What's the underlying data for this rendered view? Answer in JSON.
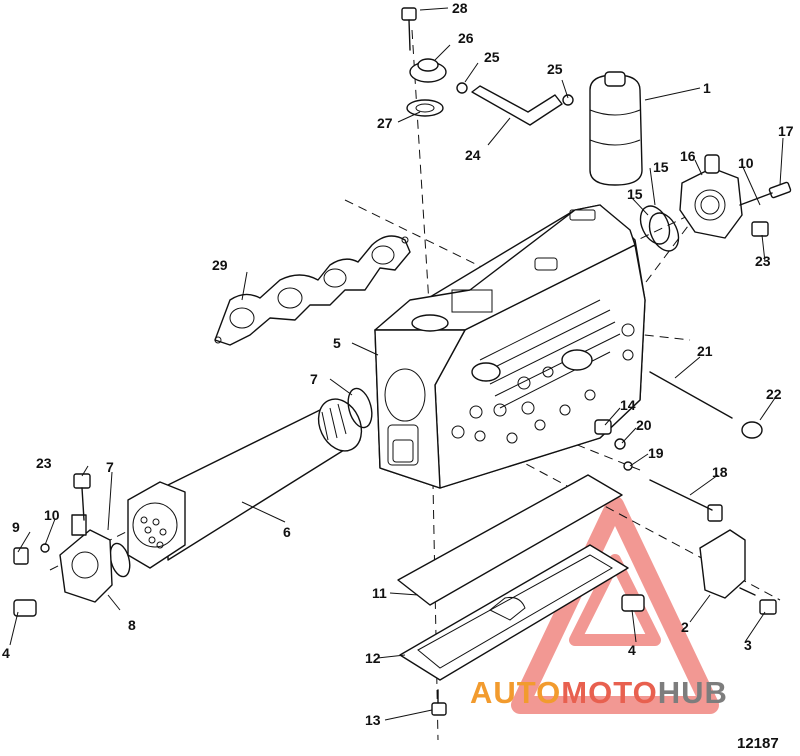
{
  "diagram": {
    "reference_number": "12187",
    "part_numbers": [
      "1",
      "2",
      "3",
      "4",
      "4",
      "4",
      "5",
      "6",
      "7",
      "7",
      "8",
      "9",
      "10",
      "10",
      "11",
      "12",
      "13",
      "14",
      "15",
      "15",
      "16",
      "17",
      "18",
      "19",
      "20",
      "21",
      "22",
      "23",
      "23",
      "24",
      "25",
      "25",
      "26",
      "27",
      "28",
      "29"
    ]
  },
  "watermark": {
    "brand_parts": [
      "AUTO",
      "MOTO",
      "HUB"
    ],
    "colors": {
      "auto": "#f29b2e",
      "moto": "#e8604f",
      "hub": "#7d7d7d",
      "triangle": "#e8453c"
    }
  }
}
